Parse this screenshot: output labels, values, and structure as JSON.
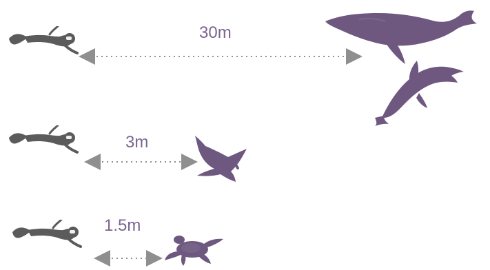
{
  "distances": [
    {
      "label": "30m",
      "animals": [
        "humpback-whale",
        "dolphin"
      ]
    },
    {
      "label": "3m",
      "animals": [
        "manta-ray"
      ]
    },
    {
      "label": "1.5m",
      "animals": [
        "sea-turtle"
      ]
    }
  ],
  "colors": {
    "diver": "#5b5b5b",
    "animal": "#6f587f",
    "arrow": "#8f8f8f",
    "label": "#7b6592"
  },
  "icons": {
    "diver": "snorkeler-icon",
    "whale": "humpback-whale-icon",
    "dolphin": "dolphin-icon",
    "manta": "manta-ray-icon",
    "turtle": "sea-turtle-icon"
  }
}
